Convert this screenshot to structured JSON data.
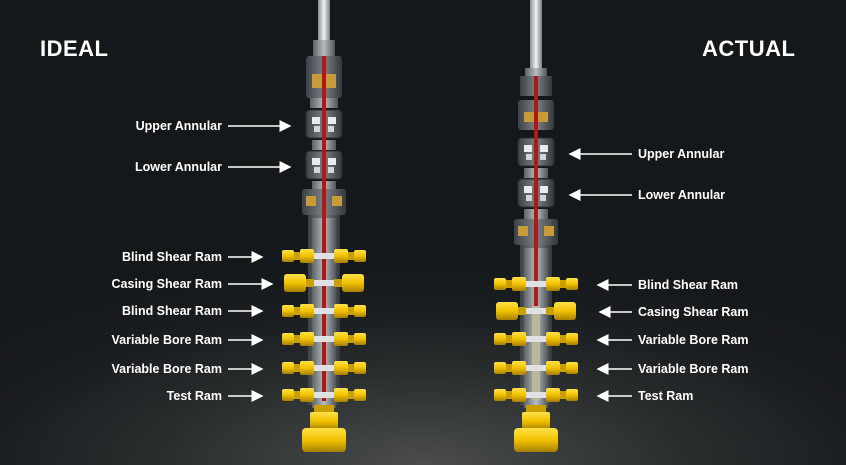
{
  "headings": {
    "left": "IDEAL",
    "right": "ACTUAL"
  },
  "ideal": {
    "labels": {
      "upper_annular": "Upper Annular",
      "lower_annular": "Lower Annular",
      "blind_shear_ram_1": "Blind Shear Ram",
      "casing_shear_ram": "Casing Shear Ram",
      "blind_shear_ram_2": "Blind Shear Ram",
      "variable_bore_ram_1": "Variable Bore Ram",
      "variable_bore_ram_2": "Variable Bore Ram",
      "test_ram": "Test Ram"
    }
  },
  "actual": {
    "labels": {
      "upper_annular": "Upper Annular",
      "lower_annular": "Lower Annular",
      "blind_shear_ram": "Blind Shear Ram",
      "casing_shear_ram": "Casing Shear Ram",
      "variable_bore_ram_1": "Variable Bore Ram",
      "variable_bore_ram_2": "Variable Bore Ram",
      "test_ram": "Test Ram"
    }
  },
  "colors": {
    "ram_yellow": "#f2c200",
    "stack_gray": "#8a8f94",
    "pipe_red": "#b01818",
    "label_white": "#ffffff"
  }
}
